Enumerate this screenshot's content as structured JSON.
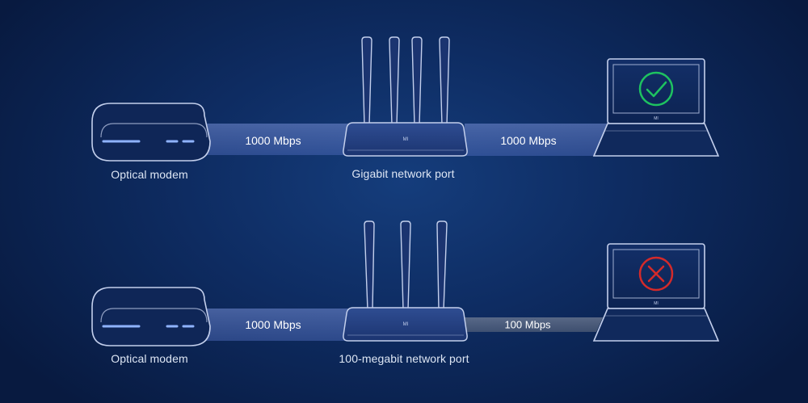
{
  "rows": [
    {
      "modem_label": "Optical modem",
      "router_label": "Gigabit network port",
      "link1_speed": "1000 Mbps",
      "link2_speed": "1000 Mbps",
      "router_brand": "MI",
      "laptop_brand": "MI",
      "status_icon": "check-icon",
      "status_color": "#1ec260"
    },
    {
      "modem_label": "Optical modem",
      "router_label": "100-megabit network port",
      "link1_speed": "1000 Mbps",
      "link2_speed": "100 Mbps",
      "router_brand": "MI",
      "laptop_brand": "MI",
      "status_icon": "cross-icon",
      "status_color": "#d42a2a"
    }
  ],
  "colors": {
    "background": "#0e2c62",
    "fast_link": "#5b78c4",
    "slow_link": "#8a8f9a",
    "device_stroke": "#c3cfec"
  }
}
